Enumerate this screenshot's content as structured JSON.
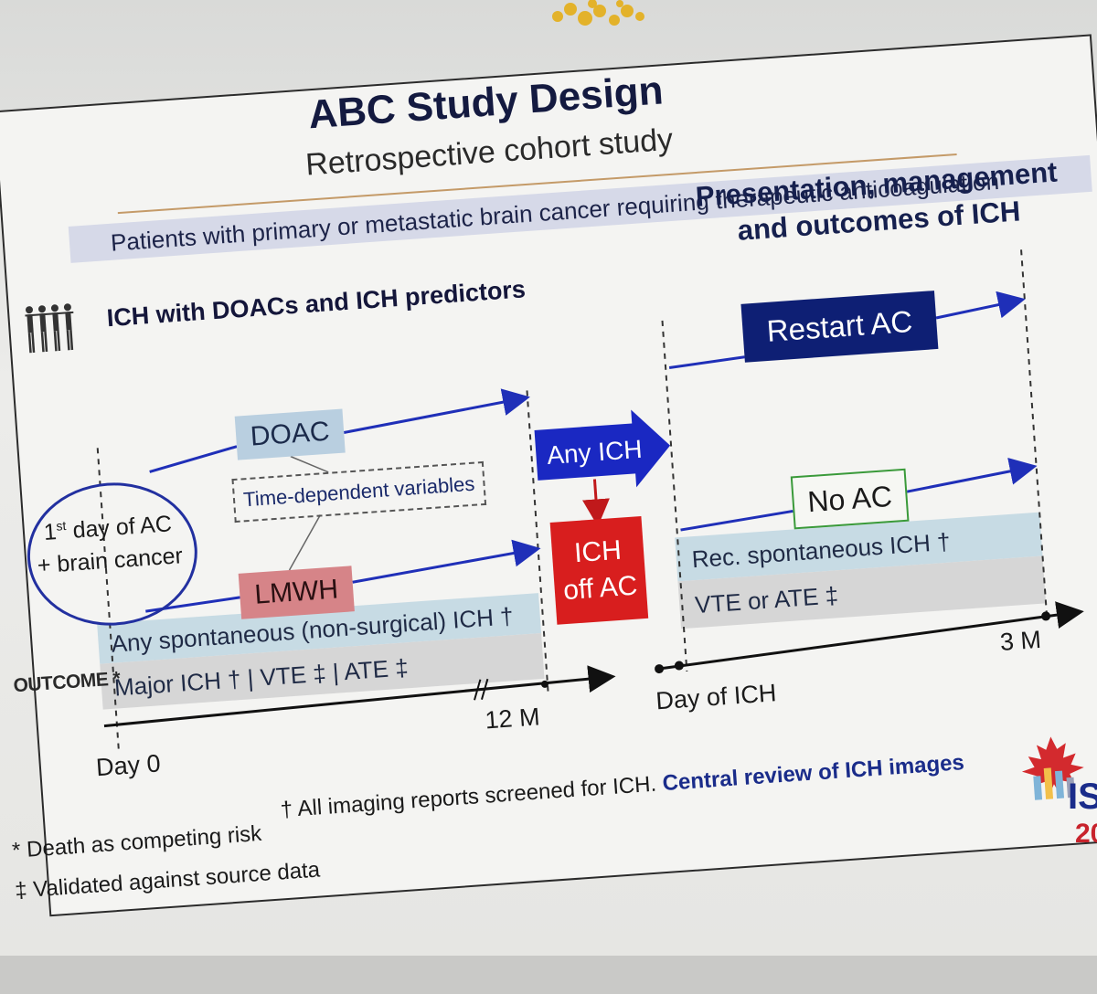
{
  "slide": {
    "title": "ABC Study Design",
    "subtitle": "Retrospective cohort study",
    "population": "Patients with primary or metastatic brain cancer requiring therapeutic anticoagulation",
    "left_heading": "ICH with DOACs and ICH predictors",
    "right_heading": "Presentation, management and outcomes of ICH",
    "start_ellipse_prefix": "1",
    "start_ellipse_sup": "st",
    "start_ellipse_rest": " day of AC",
    "start_ellipse_line2": "+ brain cancer",
    "doac": "DOAC",
    "lmwh": "LMWH",
    "time_dependent": "Time-dependent variables",
    "any_ich": "Any ICH",
    "ich_off_line1": "ICH",
    "ich_off_line2": "off AC",
    "restart_ac": "Restart AC",
    "no_ac": "No AC",
    "outcome_label": "OUTCOME *",
    "outcome_left_1": "Any spontaneous (non-surgical) ICH †",
    "outcome_left_2": "Major ICH † | VTE ‡ | ATE ‡",
    "outcome_right_1": "Rec. spontaneous ICH †",
    "outcome_right_2": "VTE or ATE ‡",
    "axis_day0": "Day 0",
    "axis_12m": "12 M",
    "axis_day_ich": "Day of ICH",
    "axis_3m": "3 M",
    "footnote_1": "* Death as competing risk",
    "footnote_2": "‡ Validated against source data",
    "footnote_3_plain": "† All imaging reports screened for ICH.",
    "footnote_3_emph": "Central review of ICH images",
    "logo_text": "IS",
    "logo_year": "20"
  },
  "colors": {
    "navy": "#0e1f74",
    "arrow_blue": "#1f2fb8",
    "red": "#d81e1e",
    "doac_fill": "#b9cfe0",
    "lmwh_fill": "#d68488",
    "band_blue": "#c7dbe4",
    "band_gray": "#d6d6d6",
    "band_top": "#d6d9e8",
    "gold_rule": "#c49a68",
    "green_border": "#3a9a3a"
  },
  "icons": [
    "people-group-icon",
    "maple-leaf-city-logo-icon"
  ]
}
